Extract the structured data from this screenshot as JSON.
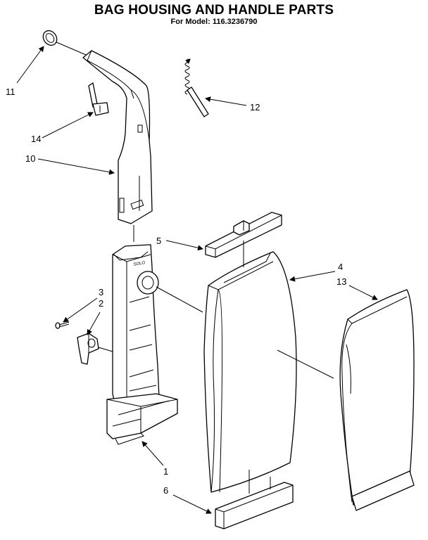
{
  "title": "BAG HOUSING AND HANDLE PARTS",
  "subtitle": "For Model: 116.3236790",
  "callouts": {
    "c1": "1",
    "c2": "2",
    "c3": "3",
    "c4": "4",
    "c5": "5",
    "c6": "6",
    "c10": "10",
    "c11": "11",
    "c12": "12",
    "c13": "13",
    "c14": "14"
  },
  "housing_label": "SOLO"
}
